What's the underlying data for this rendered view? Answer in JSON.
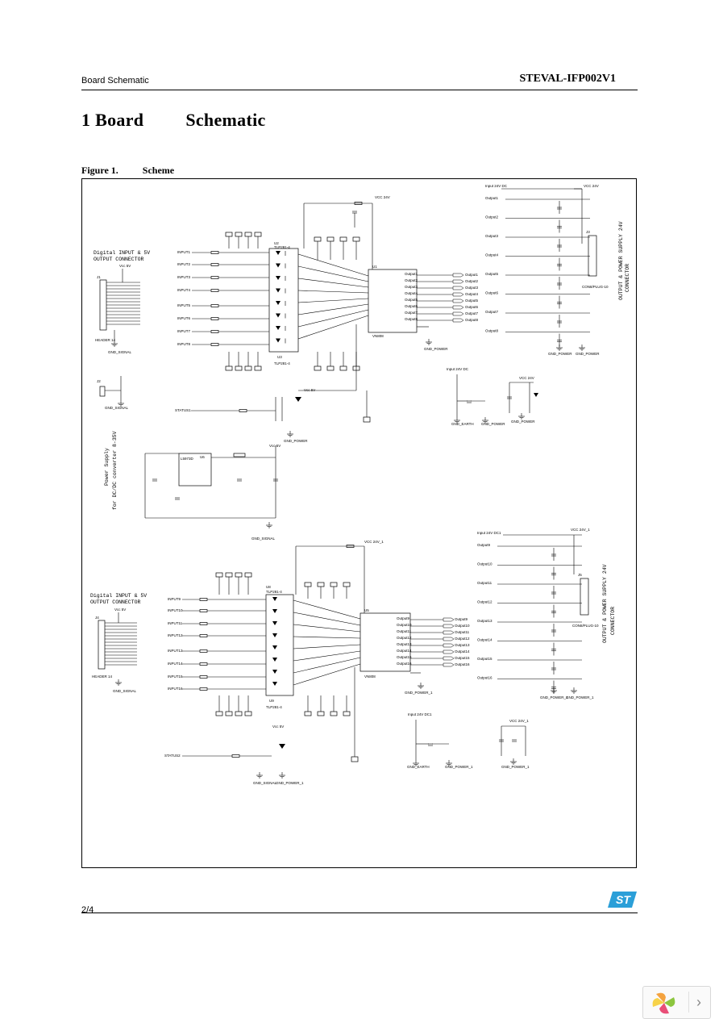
{
  "header": {
    "section": "Board Schematic",
    "doc_id": "STEVAL-IFP002V1"
  },
  "section_title": {
    "number": "1",
    "word1": "Board",
    "word2": "Schematic"
  },
  "figure": {
    "label": "Figure 1.",
    "caption": "Scheme"
  },
  "schematic": {
    "top_connector_title": [
      "Digital INPUT & 5V",
      "OUTPUT CONNECTOR"
    ],
    "bottom_connector_title": [
      "Digital INPUT & 5V",
      "OUTPUT CONNECTOR"
    ],
    "power_supply_title": [
      "Power Supply",
      "for DC/DC converter 8-35V"
    ],
    "output_connector_title_top": [
      "OUTPUT & POWER SUPPLY 24V",
      "CONNECTOR"
    ],
    "output_connector_title_bottom": [
      "OUTPUT & POWER SUPPLY 24V",
      "CONNECTOR"
    ],
    "inputs_top": [
      "INPUT1",
      "INPUT2",
      "INPUT3",
      "INPUT4",
      "INPUT5",
      "INPUT6",
      "INPUT7",
      "INPUT8"
    ],
    "inputs_bottom": [
      "INPUT9",
      "INPUT10",
      "INPUT11",
      "INPUT12",
      "INPUT13",
      "INPUT14",
      "INPUT15",
      "INPUT16"
    ],
    "outputs_top": [
      "Output1",
      "Output2",
      "Output3",
      "Output4",
      "Output5",
      "Output6",
      "Output7",
      "Output8"
    ],
    "outputs_bottom": [
      "Output9",
      "Output10",
      "Output11",
      "Output12",
      "Output13",
      "Output14",
      "Output15",
      "Output16"
    ],
    "ic_top": [
      "U1",
      "U2",
      "U3",
      "VN808"
    ],
    "ic_bottom": [
      "U4",
      "U5",
      "U6",
      "VN808"
    ],
    "optocoupler": "TLP281-4",
    "regulator": "L5973D",
    "status_labels": [
      "STATUS1",
      "STATUS2"
    ],
    "grounds": [
      "GND_SIGNAL",
      "GND_POWER",
      "GND_EARTH",
      "GND_POWER_1"
    ],
    "connectors": [
      "HEADER 14",
      "CON8/PLUG-10"
    ],
    "supplies": [
      "VCC 24V",
      "Vcc 5V",
      "Input 24V DC"
    ]
  },
  "footer": {
    "page": "2/4",
    "logo_text": "ST"
  }
}
